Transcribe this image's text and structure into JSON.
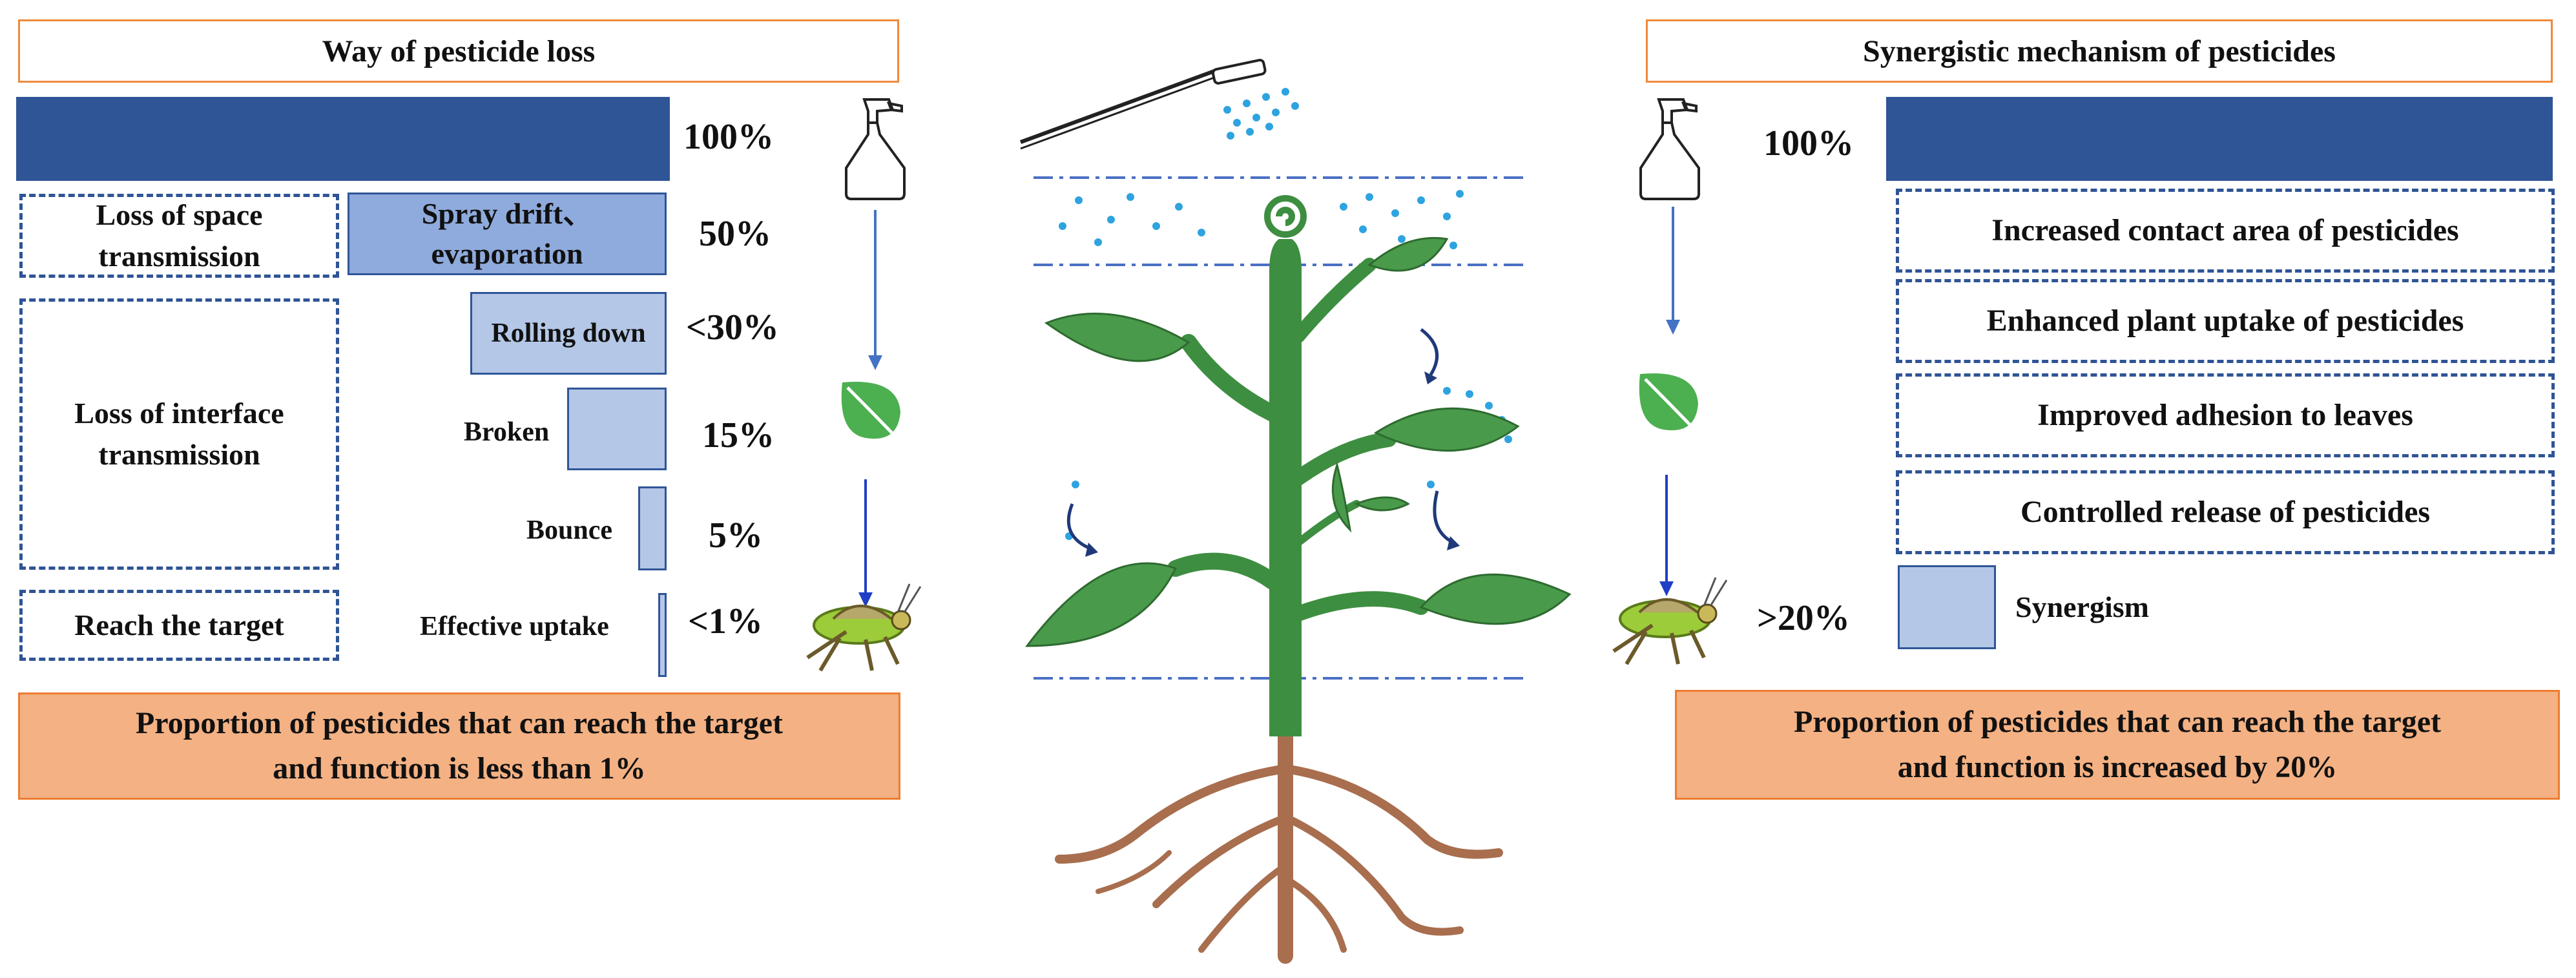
{
  "left": {
    "title": "Way of  pesticide loss",
    "top_pct": "100%",
    "space_loss_label": "Loss of space\ntransmission",
    "interface_loss_label": "Loss of  interface\ntransmission",
    "reach_target_label": "Reach the target",
    "bars": [
      {
        "label": "Spray drift、\nevaporation",
        "pct": "50%",
        "value": 50
      },
      {
        "label": "Rolling down",
        "pct": "<30%",
        "value": 30
      },
      {
        "label": "Broken",
        "pct": "15%",
        "value": 15
      },
      {
        "label": "Bounce",
        "pct": "5%",
        "value": 5
      },
      {
        "label": "Effective uptake",
        "pct": "<1%",
        "value": 1
      }
    ],
    "conclusion": "Proportion of pesticides that can reach the target\nand function is less than 1%"
  },
  "right": {
    "title": "Synergistic mechanism of pesticides",
    "top_pct": "100%",
    "mechanisms": [
      "Increased contact area of pesticides",
      "Enhanced plant uptake of pesticides",
      "Improved adhesion to leaves",
      "Controlled release of pesticides"
    ],
    "synergism_label": "Synergism",
    "synergism_pct": ">20%",
    "conclusion": "Proportion of pesticides that can reach the target\nand function is increased by 20%"
  },
  "colors": {
    "bar_dark": "#2f5597",
    "bar_mid": "#8faadc",
    "bar_light": "#b4c7e7",
    "dash_border": "#2f5496",
    "accent_orange": "#ed7d31",
    "conclusion_fill": "#f4b183",
    "leaf_green": "#4a9a4c",
    "stem_green": "#3e8e41",
    "root_brown": "#a86e4e",
    "droplet_blue": "#2ea3e0"
  },
  "icons": [
    "spray-bottle-icon",
    "leaf-icon",
    "grasshopper-icon",
    "sprayer-wand-icon",
    "plant-icon",
    "droplet-icon",
    "curved-arrow-icon"
  ]
}
